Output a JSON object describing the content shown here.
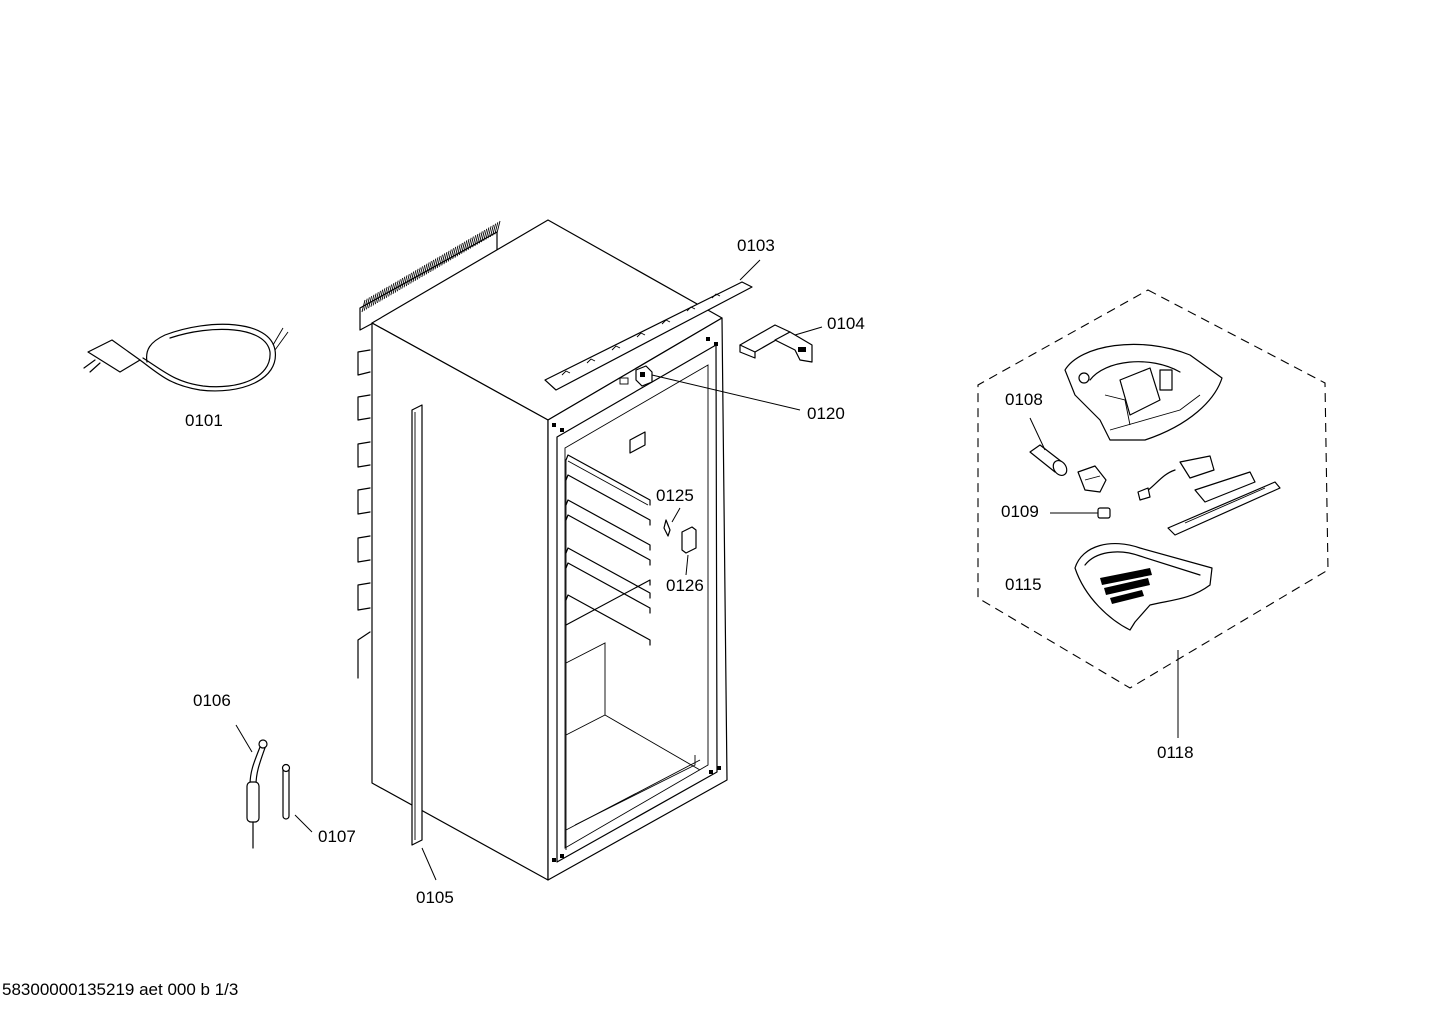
{
  "diagram": {
    "parts": [
      {
        "id": "0101"
      },
      {
        "id": "0103"
      },
      {
        "id": "0104"
      },
      {
        "id": "0105"
      },
      {
        "id": "0106"
      },
      {
        "id": "0107"
      },
      {
        "id": "0108"
      },
      {
        "id": "0109"
      },
      {
        "id": "0115"
      },
      {
        "id": "0118"
      },
      {
        "id": "0120"
      },
      {
        "id": "0125"
      },
      {
        "id": "0126"
      }
    ]
  },
  "footer": {
    "text": "58300000135219 aet 000 b 1/3"
  },
  "colors": {
    "line": "#000000",
    "background": "#ffffff"
  }
}
